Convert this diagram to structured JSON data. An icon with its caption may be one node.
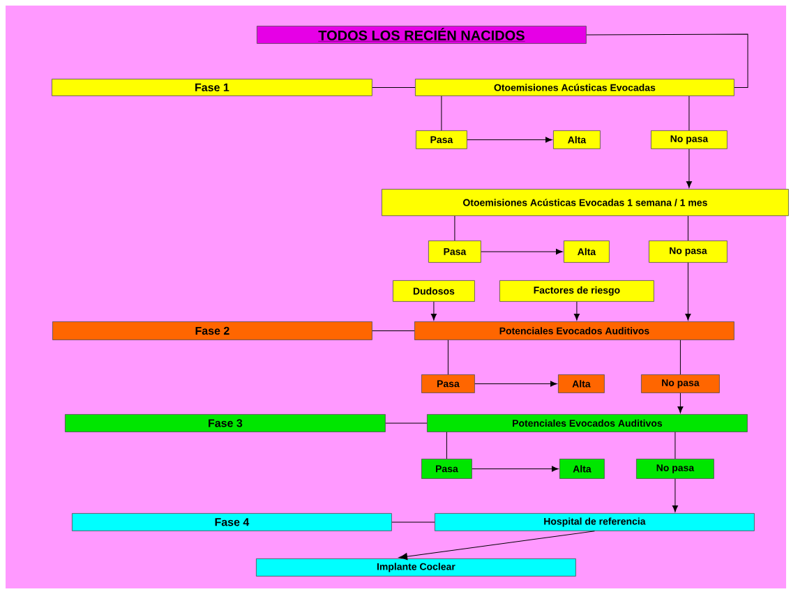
{
  "diagram": {
    "nodes": [
      {
        "text": [
          "TODOS LOS RECIÉN NACIDOS"
        ]
      },
      {
        "text": [
          "Fase 1"
        ]
      },
      {
        "text": [
          "Otoemisiones Acústicas Evocadas"
        ]
      },
      {
        "text": [
          "Pasa"
        ]
      },
      {
        "text": [
          "Alta"
        ]
      },
      {
        "text": [
          "No pasa"
        ]
      },
      {
        "text": [
          "Otoemisiones Acústicas Evocadas  1 semana / 1 mes"
        ]
      },
      {
        "text": [
          "Pasa"
        ]
      },
      {
        "text": [
          "Alta"
        ]
      },
      {
        "text": [
          "No pasa"
        ]
      },
      {
        "text": [
          "Dudosos"
        ]
      },
      {
        "text": [
          "Factores de riesgo"
        ]
      },
      {
        "text": [
          "Fase 2"
        ]
      },
      {
        "text": [
          "Potenciales Evocados Auditivos"
        ]
      },
      {
        "text": [
          "Pasa"
        ]
      },
      {
        "text": [
          "Alta"
        ]
      },
      {
        "text": [
          "No pasa"
        ]
      },
      {
        "text": [
          "Fase 3"
        ]
      },
      {
        "text": [
          "Potenciales Evocados Auditivos"
        ]
      },
      {
        "text": [
          "Pasa"
        ]
      },
      {
        "text": [
          "Alta"
        ]
      },
      {
        "text": [
          "No pasa"
        ]
      },
      {
        "text": [
          "Fase 4"
        ]
      },
      {
        "text": [
          "Hospital de referencia"
        ]
      },
      {
        "text": [
          "Implante Coclear"
        ]
      }
    ],
    "edges": [
      {
        "from": 0,
        "to": 2,
        "arrow": "none"
      },
      {
        "from": 1,
        "to": 2,
        "arrow": "none"
      },
      {
        "from": 2,
        "to": 3,
        "arrow": "none"
      },
      {
        "from": 3,
        "to": 4,
        "arrow": "to"
      },
      {
        "from": 2,
        "to": 5,
        "arrow": "none"
      },
      {
        "from": 5,
        "to": 6,
        "arrow": "to"
      },
      {
        "from": 6,
        "to": 7,
        "arrow": "none"
      },
      {
        "from": 7,
        "to": 8,
        "arrow": "to"
      },
      {
        "from": 6,
        "to": 9,
        "arrow": "none"
      },
      {
        "from": 9,
        "to": 13,
        "arrow": "to"
      },
      {
        "from": 10,
        "to": 13,
        "arrow": "to"
      },
      {
        "from": 11,
        "to": 13,
        "arrow": "to"
      },
      {
        "from": 12,
        "to": 13,
        "arrow": "none"
      },
      {
        "from": 13,
        "to": 14,
        "arrow": "none"
      },
      {
        "from": 14,
        "to": 15,
        "arrow": "to"
      },
      {
        "from": 13,
        "to": 16,
        "arrow": "none"
      },
      {
        "from": 16,
        "to": 18,
        "arrow": "to"
      },
      {
        "from": 17,
        "to": 18,
        "arrow": "none"
      },
      {
        "from": 18,
        "to": 19,
        "arrow": "none"
      },
      {
        "from": 19,
        "to": 20,
        "arrow": "to"
      },
      {
        "from": 18,
        "to": 21,
        "arrow": "none"
      },
      {
        "from": 21,
        "to": 23,
        "arrow": "to"
      },
      {
        "from": 22,
        "to": 23,
        "arrow": "none"
      },
      {
        "from": 23,
        "to": 24,
        "arrow": "to"
      }
    ]
  }
}
